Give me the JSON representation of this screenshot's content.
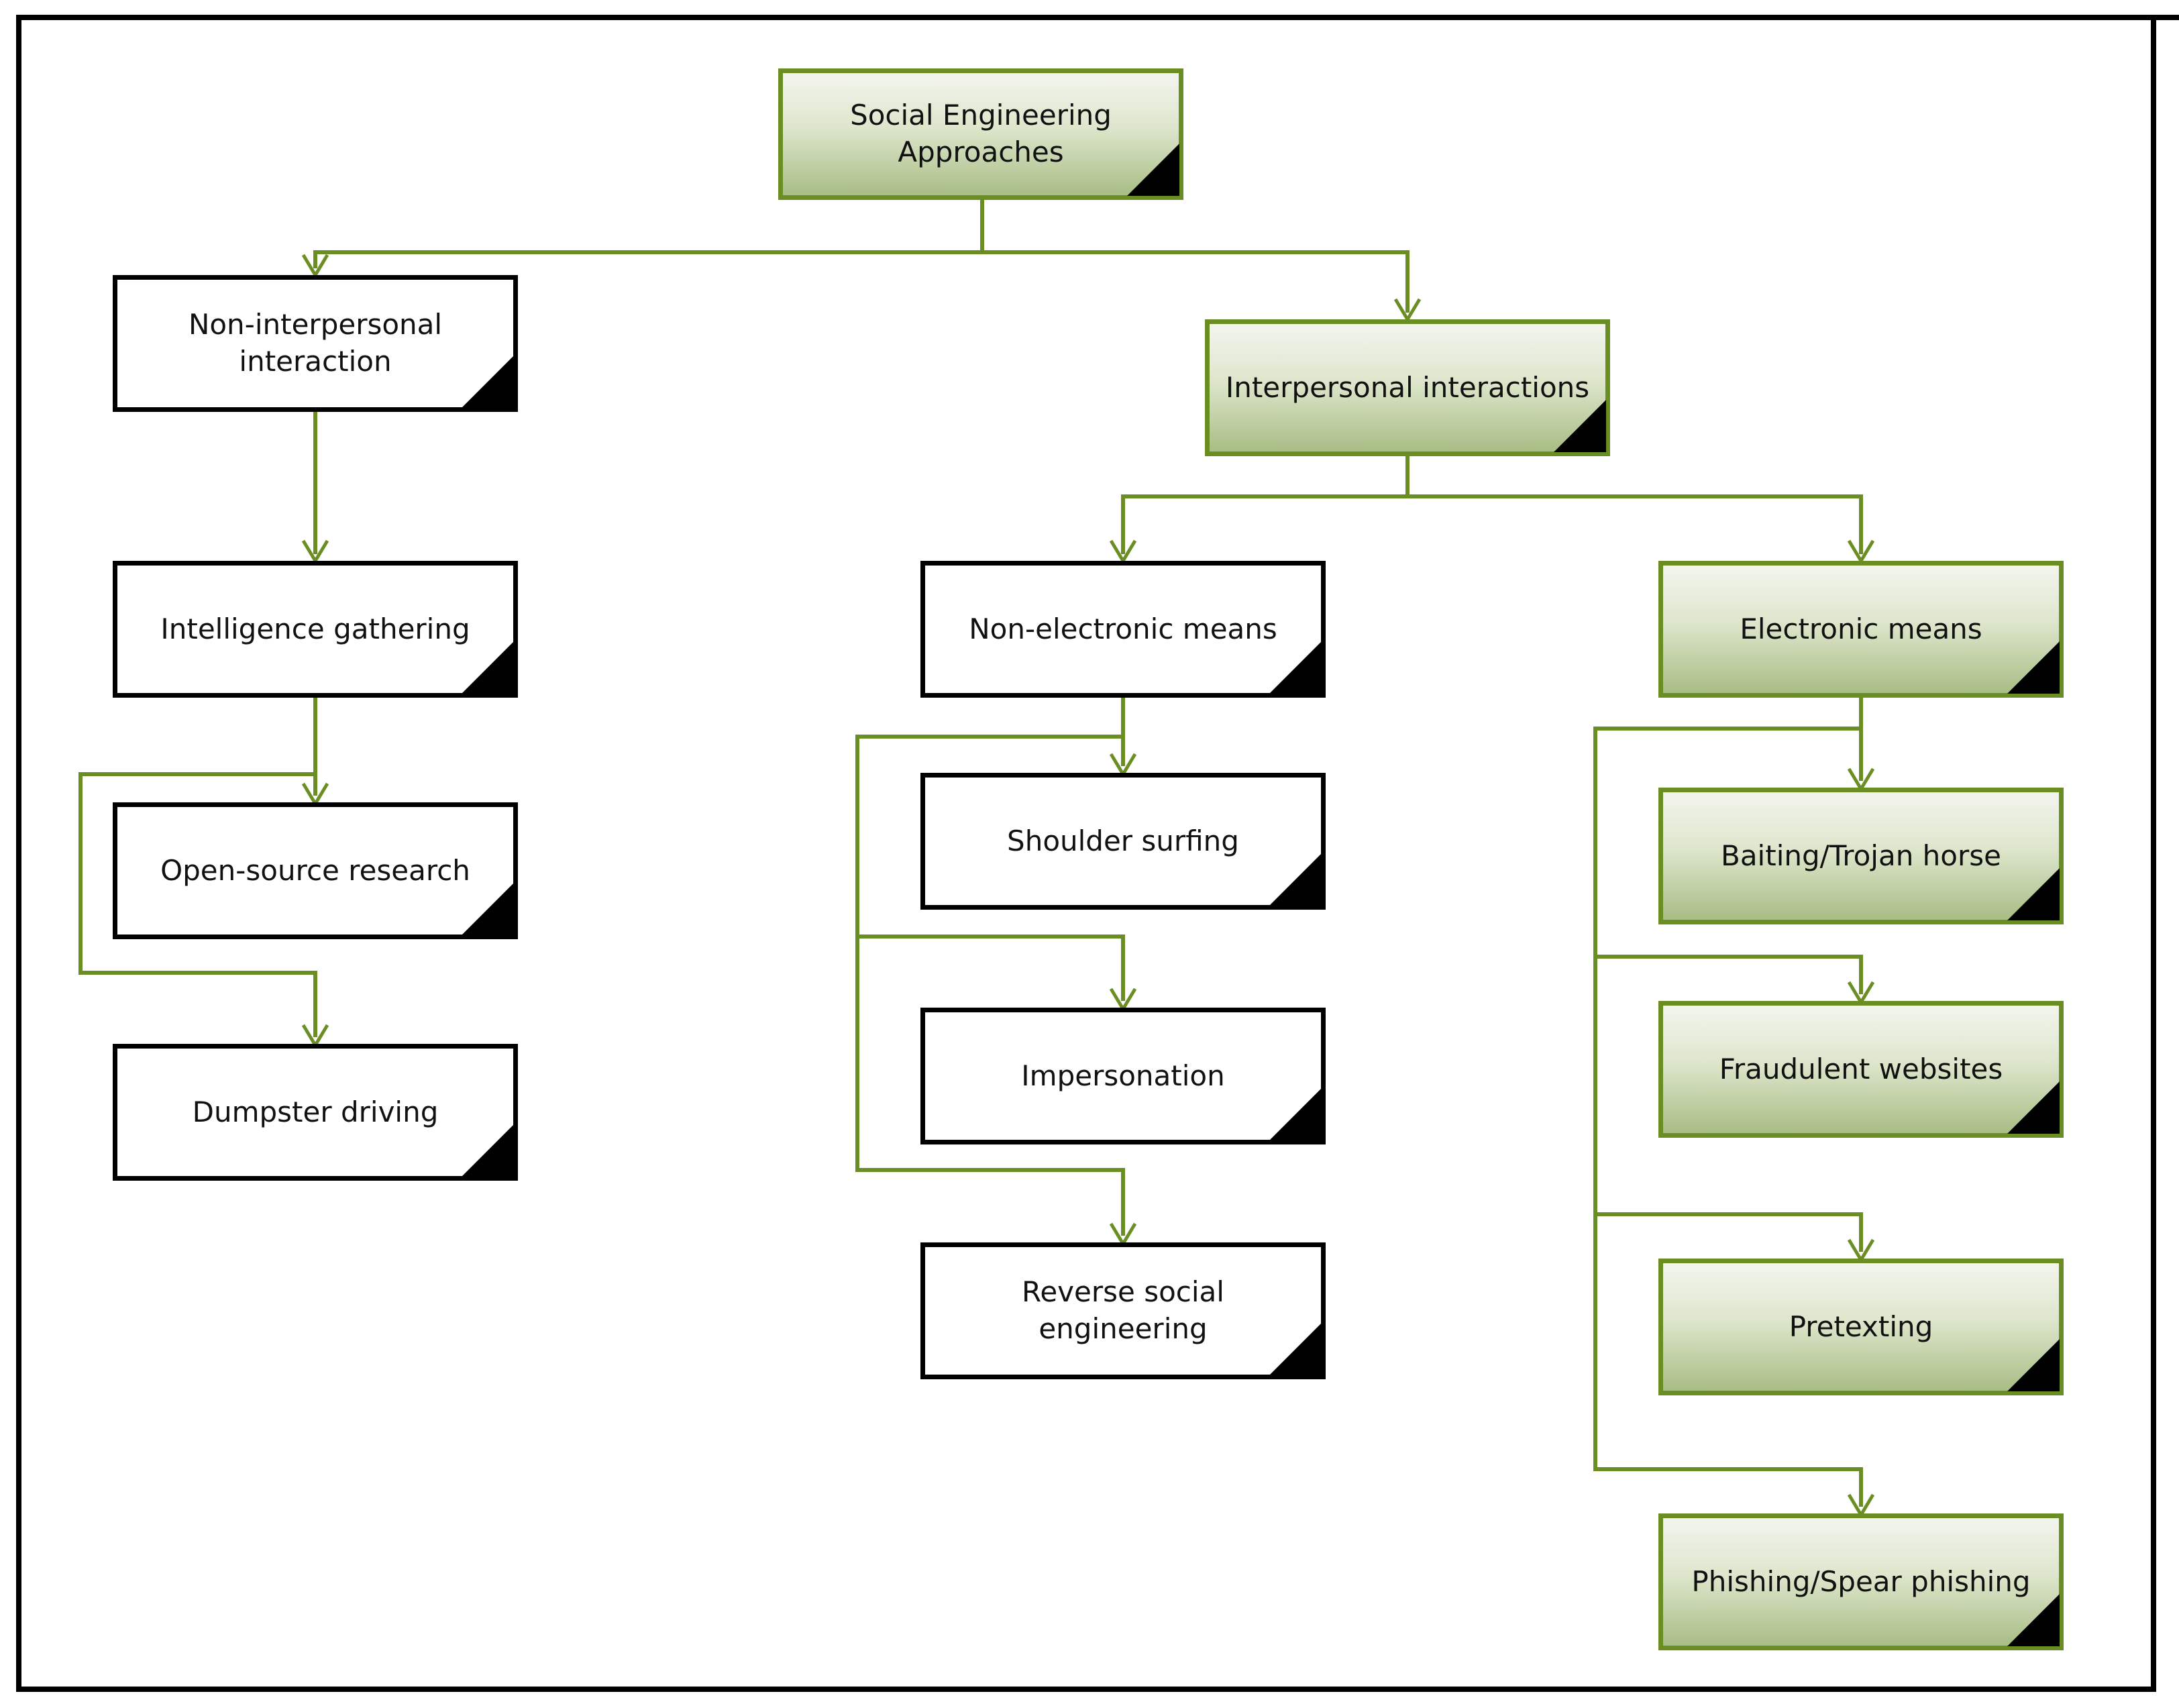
{
  "nodes": {
    "root": "Social Engineering Approaches",
    "non_interpersonal": "Non-interpersonal interaction",
    "intelligence_gathering": "Intelligence gathering",
    "open_source_research": "Open-source research",
    "dumpster_driving": "Dumpster driving",
    "interpersonal": "Interpersonal interactions",
    "non_electronic": "Non-electronic means",
    "shoulder_surfing": "Shoulder surfing",
    "impersonation": "Impersonation",
    "reverse_social_engineering": "Reverse social engineering",
    "electronic": "Electronic means",
    "baiting": "Baiting/Trojan horse",
    "fraudulent_websites": "Fraudulent websites",
    "pretexting": "Pretexting",
    "phishing": "Phishing/Spear phishing"
  },
  "colors": {
    "accent_green": "#6b8e23",
    "node_border_black": "#000000"
  }
}
